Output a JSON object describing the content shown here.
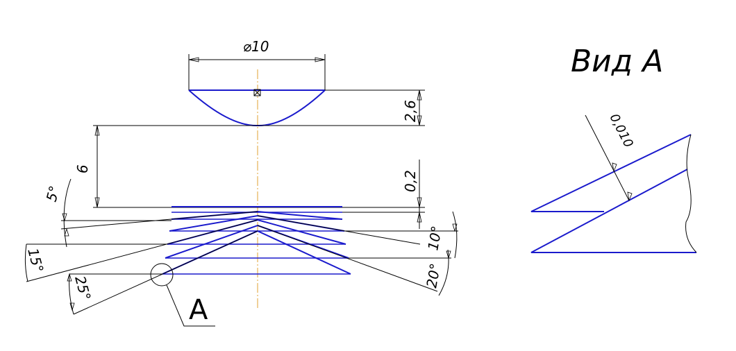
{
  "dimensions": {
    "diameter": "⌀10",
    "height_top": "2,6",
    "gap": "6",
    "thickness": "0,2",
    "tolerance": "0,010"
  },
  "angles": {
    "a5": "5°",
    "a15": "15°",
    "a25": "25°",
    "a10": "10°",
    "a20": "20°"
  },
  "labels": {
    "callout": "A",
    "view_title": "Вид А"
  }
}
